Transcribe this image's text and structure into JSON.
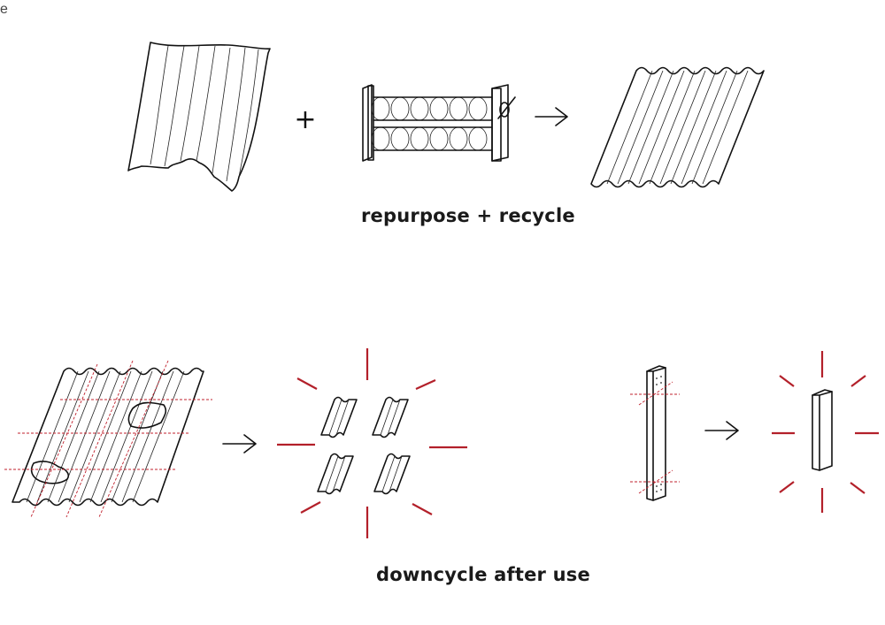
{
  "corner_text": "e",
  "captions": {
    "top": "repurpose + recycle",
    "bottom": "downcycle after use"
  },
  "symbols": {
    "plus": "+",
    "arrow": "→"
  },
  "colors": {
    "ink": "#111111",
    "accent_red": "#b3202a"
  }
}
